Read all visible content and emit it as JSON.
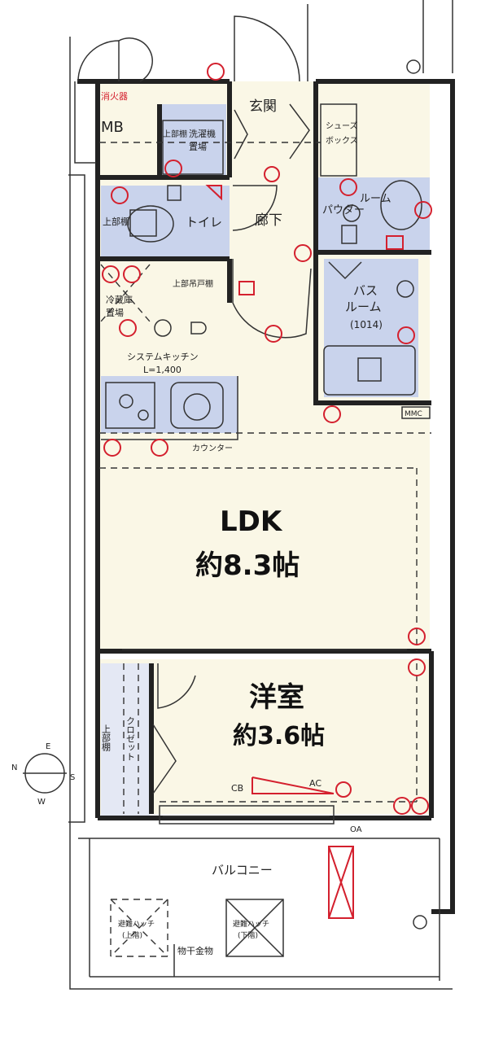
{
  "rooms": {
    "mb": "MB",
    "fire_ext": "消火器",
    "genkan": "玄関",
    "shoes_box_1": "シューズ",
    "shoes_box_2": "ボックス",
    "washer_1": "洗濯機",
    "washer_2": "置場",
    "upper_shelf_small": "上部棚",
    "toilet": "トイレ",
    "upper_shelf_toilet": "上部棚",
    "rouka": "廊下",
    "powder_1": "パウダー",
    "powder_2": "ルーム",
    "bath_1": "バス",
    "bath_2": "ルーム",
    "bath_size": "(1014)",
    "fridge_1": "冷蔵庫",
    "fridge_2": "置場",
    "upper_cabinet": "上部吊戸棚",
    "kitchen": "システムキッチン",
    "kitchen_len": "L=1,400",
    "counter": "カウンター",
    "ldk_name": "LDK",
    "ldk_size": "約8.3帖",
    "youshitsu_name": "洋室",
    "youshitsu_size": "約3.6帖",
    "closet": "クロゼット",
    "upper_shelf_closet": "上部棚",
    "cb": "CB",
    "ac": "AC",
    "oa": "OA",
    "mmc": "MMC",
    "balcony": "バルコニー",
    "hatch_left_1": "避難ハッチ",
    "hatch_left_2": "(上階)",
    "hatch_right_1": "避難ハッチ",
    "hatch_right_2": "(下階)",
    "drying": "物干金物"
  },
  "compass": {
    "n": "N",
    "e": "E",
    "s": "S",
    "w": "W"
  },
  "colors": {
    "wall": "#222222",
    "floor": "#faf7e6",
    "wet": "#c9d3ec",
    "outlet": "#d4202e"
  }
}
